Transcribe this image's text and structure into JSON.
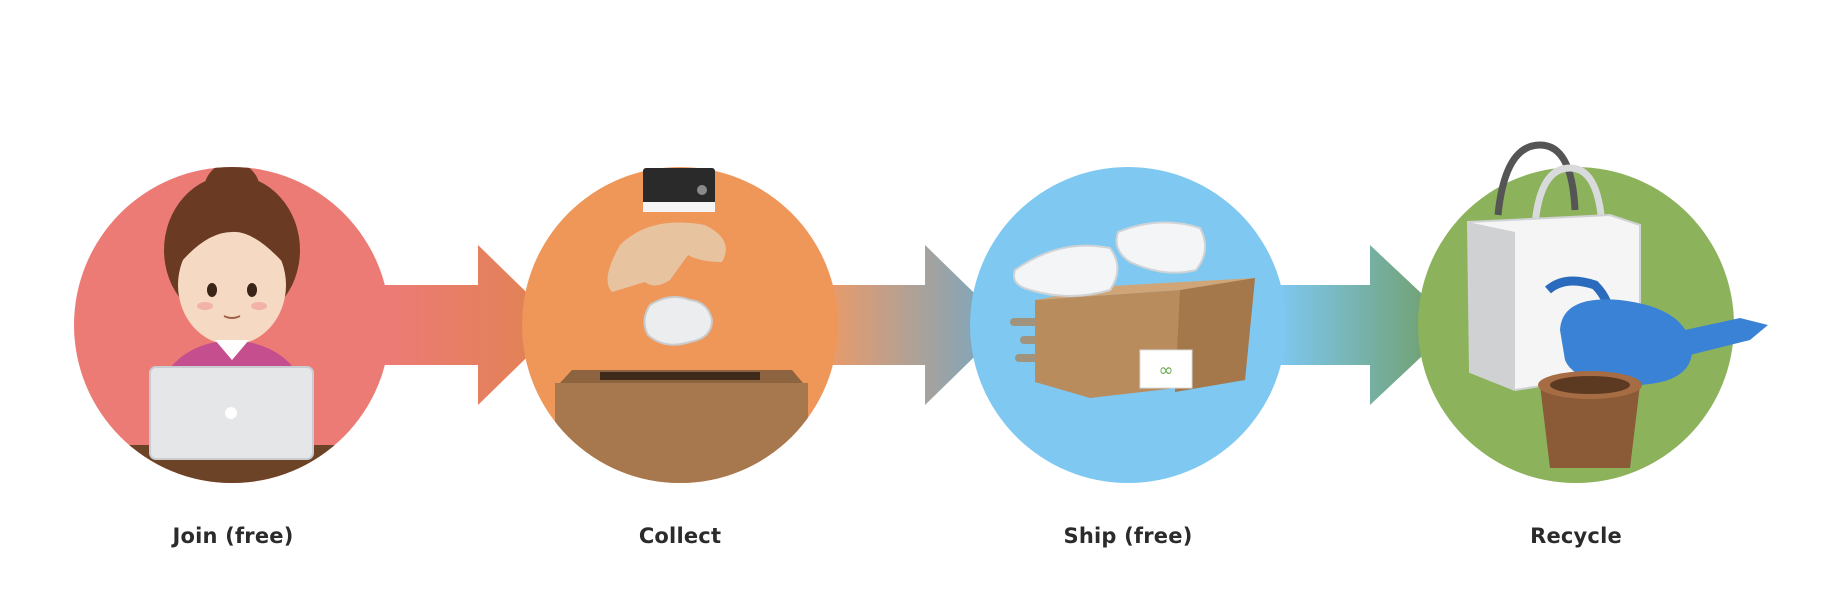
{
  "steps": [
    {
      "label": "Join (free)",
      "icon": "person-laptop-icon",
      "color": "#ec7b76"
    },
    {
      "label": "Collect",
      "icon": "hand-dropping-into-box-icon",
      "color": "#ef9659"
    },
    {
      "label": "Ship (free)",
      "icon": "winged-package-icon",
      "color": "#7ec8f2"
    },
    {
      "label": "Recycle",
      "icon": "bag-pot-watering-can-icon",
      "color": "#8db25c"
    }
  ],
  "arrows": [
    {
      "from": "#ec7b76",
      "to": "#e0834f"
    },
    {
      "from": "#ee9a66",
      "to": "#6fa8c8"
    },
    {
      "from": "#7ec8f2",
      "to": "#6f9a5c"
    }
  ],
  "package_sticker": "∞"
}
